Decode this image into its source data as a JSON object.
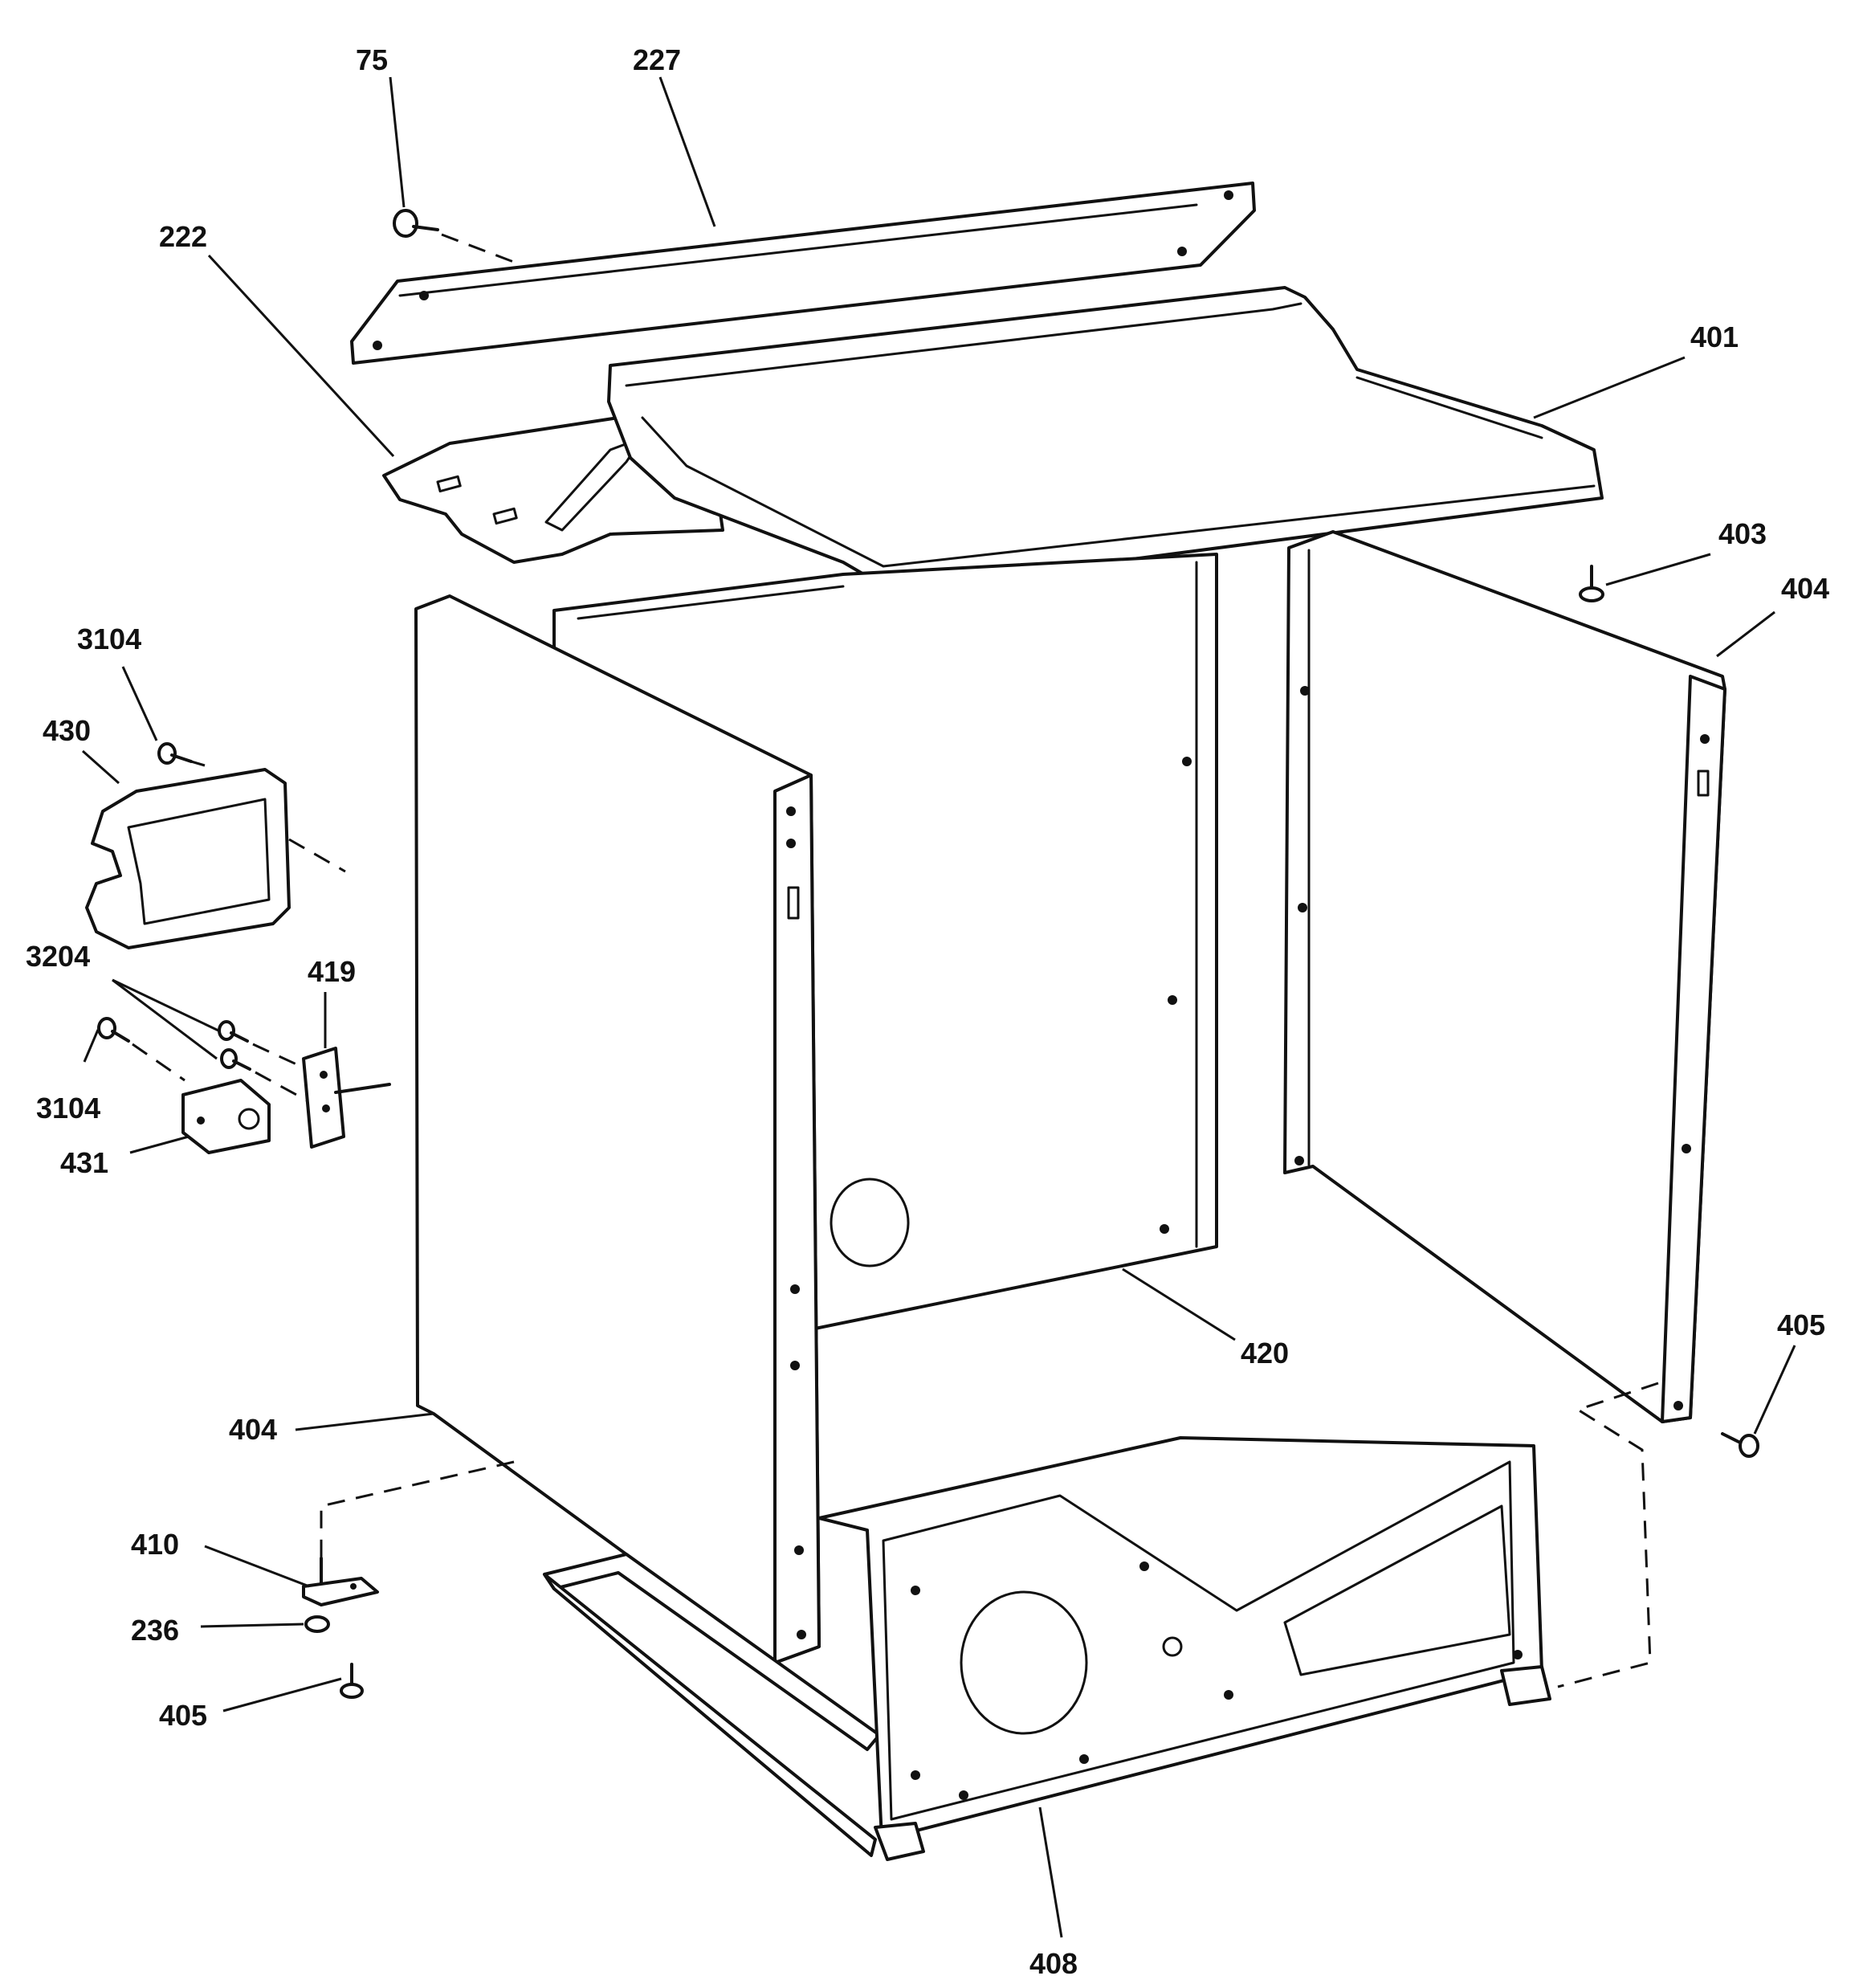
{
  "diagram": {
    "type": "exploded-parts-view",
    "callouts": {
      "c75": "75",
      "c227": "227",
      "c222": "222",
      "c401": "401",
      "c403": "403",
      "c404_right": "404",
      "c3104_top": "3104",
      "c430": "430",
      "c3204": "3204",
      "c419": "419",
      "c3104_bottom": "3104",
      "c431": "431",
      "c420": "420",
      "c405_right": "405",
      "c404_left": "404",
      "c410": "410",
      "c236": "236",
      "c405_left": "405",
      "c408": "408"
    }
  }
}
